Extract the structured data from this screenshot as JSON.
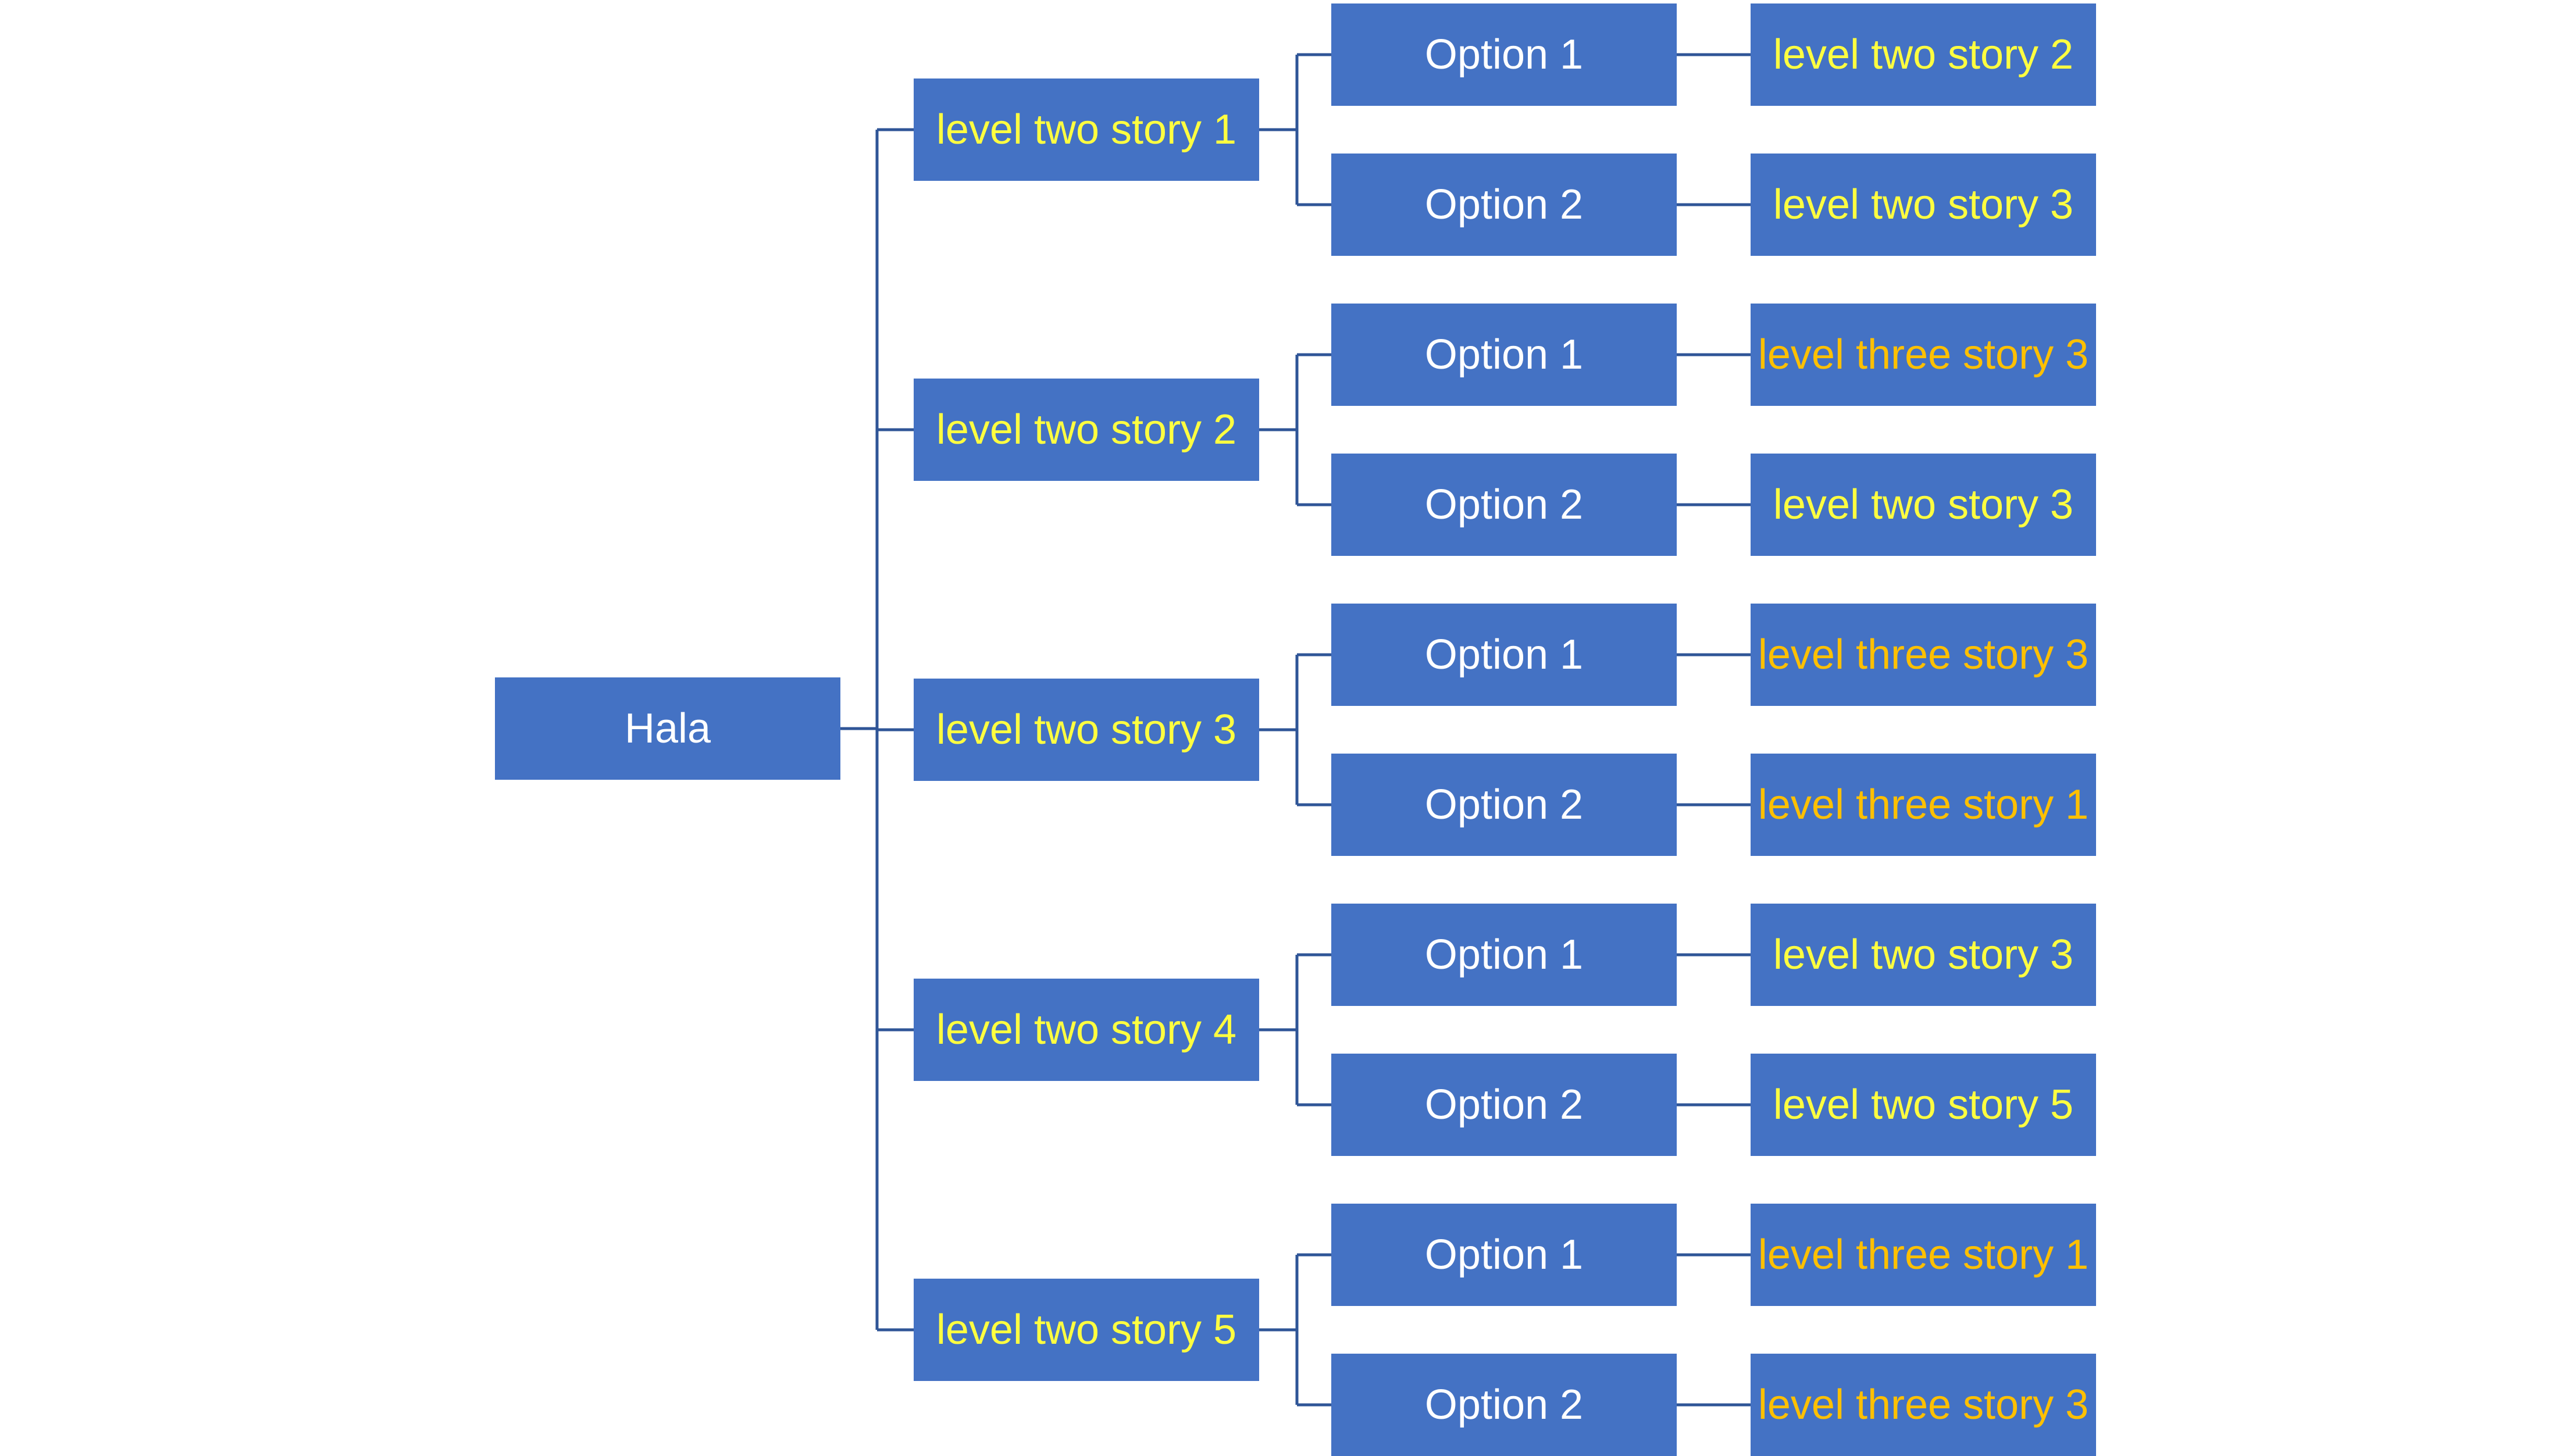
{
  "palette": {
    "node_fill": "#4472C4",
    "connector": "#2F5597",
    "root_text": "#FFFFFF",
    "option_text": "#FFFFFF",
    "level_two_text": "#FFFF40",
    "level_three_text": "#FFC000"
  },
  "root": {
    "label": "Hala"
  },
  "branches": [
    {
      "label": "level two story 1",
      "options": [
        {
          "label": "Option 1",
          "target": {
            "label": "level two story 2",
            "level": "two"
          }
        },
        {
          "label": "Option 2",
          "target": {
            "label": "level two story 3",
            "level": "two"
          }
        }
      ]
    },
    {
      "label": "level two story 2",
      "options": [
        {
          "label": "Option 1",
          "target": {
            "label": "level three story 3",
            "level": "three"
          }
        },
        {
          "label": "Option 2",
          "target": {
            "label": "level two story 3",
            "level": "two"
          }
        }
      ]
    },
    {
      "label": "level two story 3",
      "options": [
        {
          "label": "Option 1",
          "target": {
            "label": "level three story 3",
            "level": "three"
          }
        },
        {
          "label": "Option 2",
          "target": {
            "label": "level three story 1",
            "level": "three"
          }
        }
      ]
    },
    {
      "label": "level two story 4",
      "options": [
        {
          "label": "Option 1",
          "target": {
            "label": "level two story 3",
            "level": "two"
          }
        },
        {
          "label": "Option 2",
          "target": {
            "label": "level two story 5",
            "level": "two"
          }
        }
      ]
    },
    {
      "label": "level two story 5",
      "options": [
        {
          "label": "Option 1",
          "target": {
            "label": "level three story 1",
            "level": "three"
          }
        },
        {
          "label": "Option 2",
          "target": {
            "label": "level three story 3",
            "level": "three"
          }
        }
      ]
    }
  ]
}
